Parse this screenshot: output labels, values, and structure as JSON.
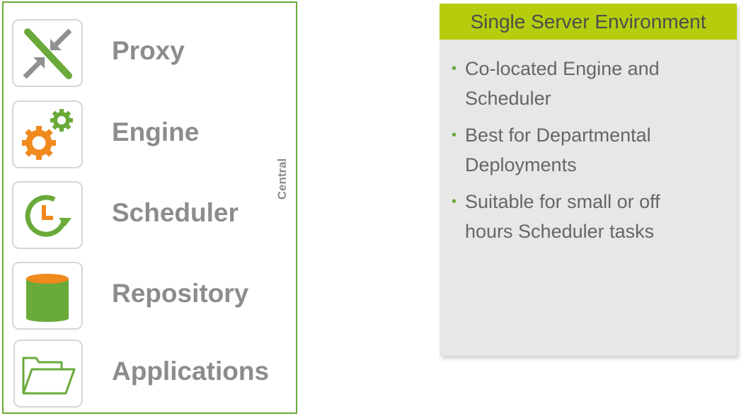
{
  "components": [
    {
      "key": "proxy",
      "label": "Proxy",
      "icon": "proxy-arrows-icon"
    },
    {
      "key": "engine",
      "label": "Engine",
      "icon": "gears-icon"
    },
    {
      "key": "scheduler",
      "label": "Scheduler",
      "icon": "clock-refresh-icon"
    },
    {
      "key": "repository",
      "label": "Repository",
      "icon": "database-icon"
    },
    {
      "key": "applications",
      "label": "Applications",
      "icon": "folder-icon"
    }
  ],
  "central_label": "Central",
  "environment": {
    "title": "Single Server Environment",
    "bullets": [
      "Co-located Engine and Scheduler",
      "Best for Departmental Deployments",
      "Suitable for small or off hours Scheduler tasks"
    ]
  },
  "colors": {
    "border_green": "#6aaa3a",
    "title_bar": "#b5cd0c",
    "icon_orange": "#f0891e",
    "icon_gray": "#909090",
    "label_gray": "#8c8c8c"
  }
}
